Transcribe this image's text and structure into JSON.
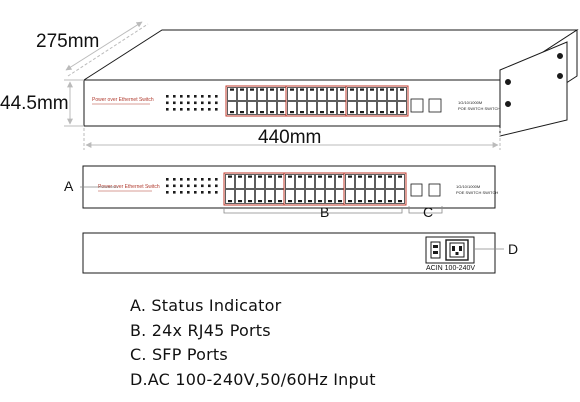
{
  "dimensions": {
    "depth": "275mm",
    "height": "44.5mm",
    "width": "440mm"
  },
  "callouts": {
    "a": "A",
    "b": "B",
    "c": "C",
    "d": "D"
  },
  "front_panel": {
    "brand_text": "Power over Ethernet Switch",
    "model_text": "1G/10/1000M",
    "model_sub": "POE SWITCH SWITCH"
  },
  "rear_panel": {
    "power_label": "ACIN 100-240V"
  },
  "legend": [
    "A. Status Indicator",
    "B. 24x RJ45 Ports",
    "C. SFP Ports",
    "D.AC 100-240V,50/60Hz Input"
  ],
  "colors": {
    "line": "#1a1a1a",
    "accent_red": "#b03a2e",
    "port_red": "#c0392b"
  }
}
